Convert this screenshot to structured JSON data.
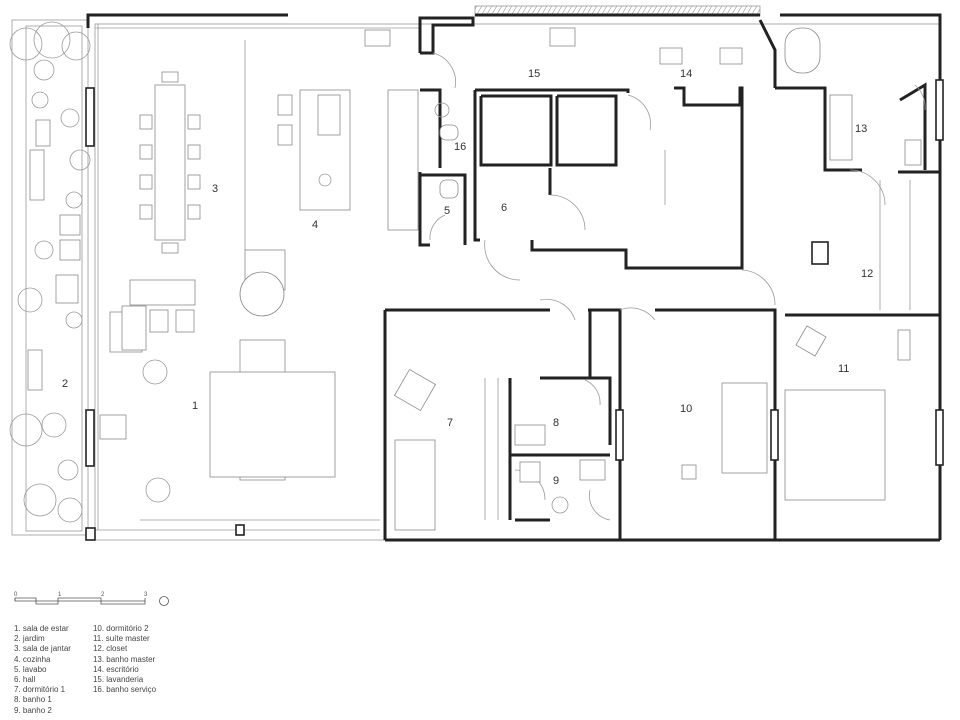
{
  "rooms": [
    {
      "number": "1",
      "name": "sala de estar"
    },
    {
      "number": "2",
      "name": "jardim"
    },
    {
      "number": "3",
      "name": "sala de jantar"
    },
    {
      "number": "4",
      "name": "cozinha"
    },
    {
      "number": "5",
      "name": "lavabo"
    },
    {
      "number": "6",
      "name": "hall"
    },
    {
      "number": "7",
      "name": "dormitório 1"
    },
    {
      "number": "8",
      "name": "banho 1"
    },
    {
      "number": "9",
      "name": "banho 2"
    },
    {
      "number": "10",
      "name": "dormitório 2"
    },
    {
      "number": "11",
      "name": "suíte master"
    },
    {
      "number": "12",
      "name": "closet"
    },
    {
      "number": "13",
      "name": "banho master"
    },
    {
      "number": "14",
      "name": "escritório"
    },
    {
      "number": "15",
      "name": "lavanderia"
    },
    {
      "number": "16",
      "name": "banho serviço"
    }
  ],
  "legend": [
    "1. sala de estar",
    "2. jardim",
    "3. sala de jantar",
    "4. cozinha",
    "5. lavabo",
    "6. hall",
    "7. dormitório 1",
    "8. banho 1",
    "9. banho 2",
    "10. dormitório 2",
    "11. suíte master",
    "12. closet",
    "13. banho master",
    "14. escritório",
    "15. lavanderia",
    "16. banho serviço"
  ],
  "scale": {
    "ticks": [
      "0",
      "1",
      "2",
      "3"
    ],
    "north_symbol": "north-arrow-icon"
  }
}
